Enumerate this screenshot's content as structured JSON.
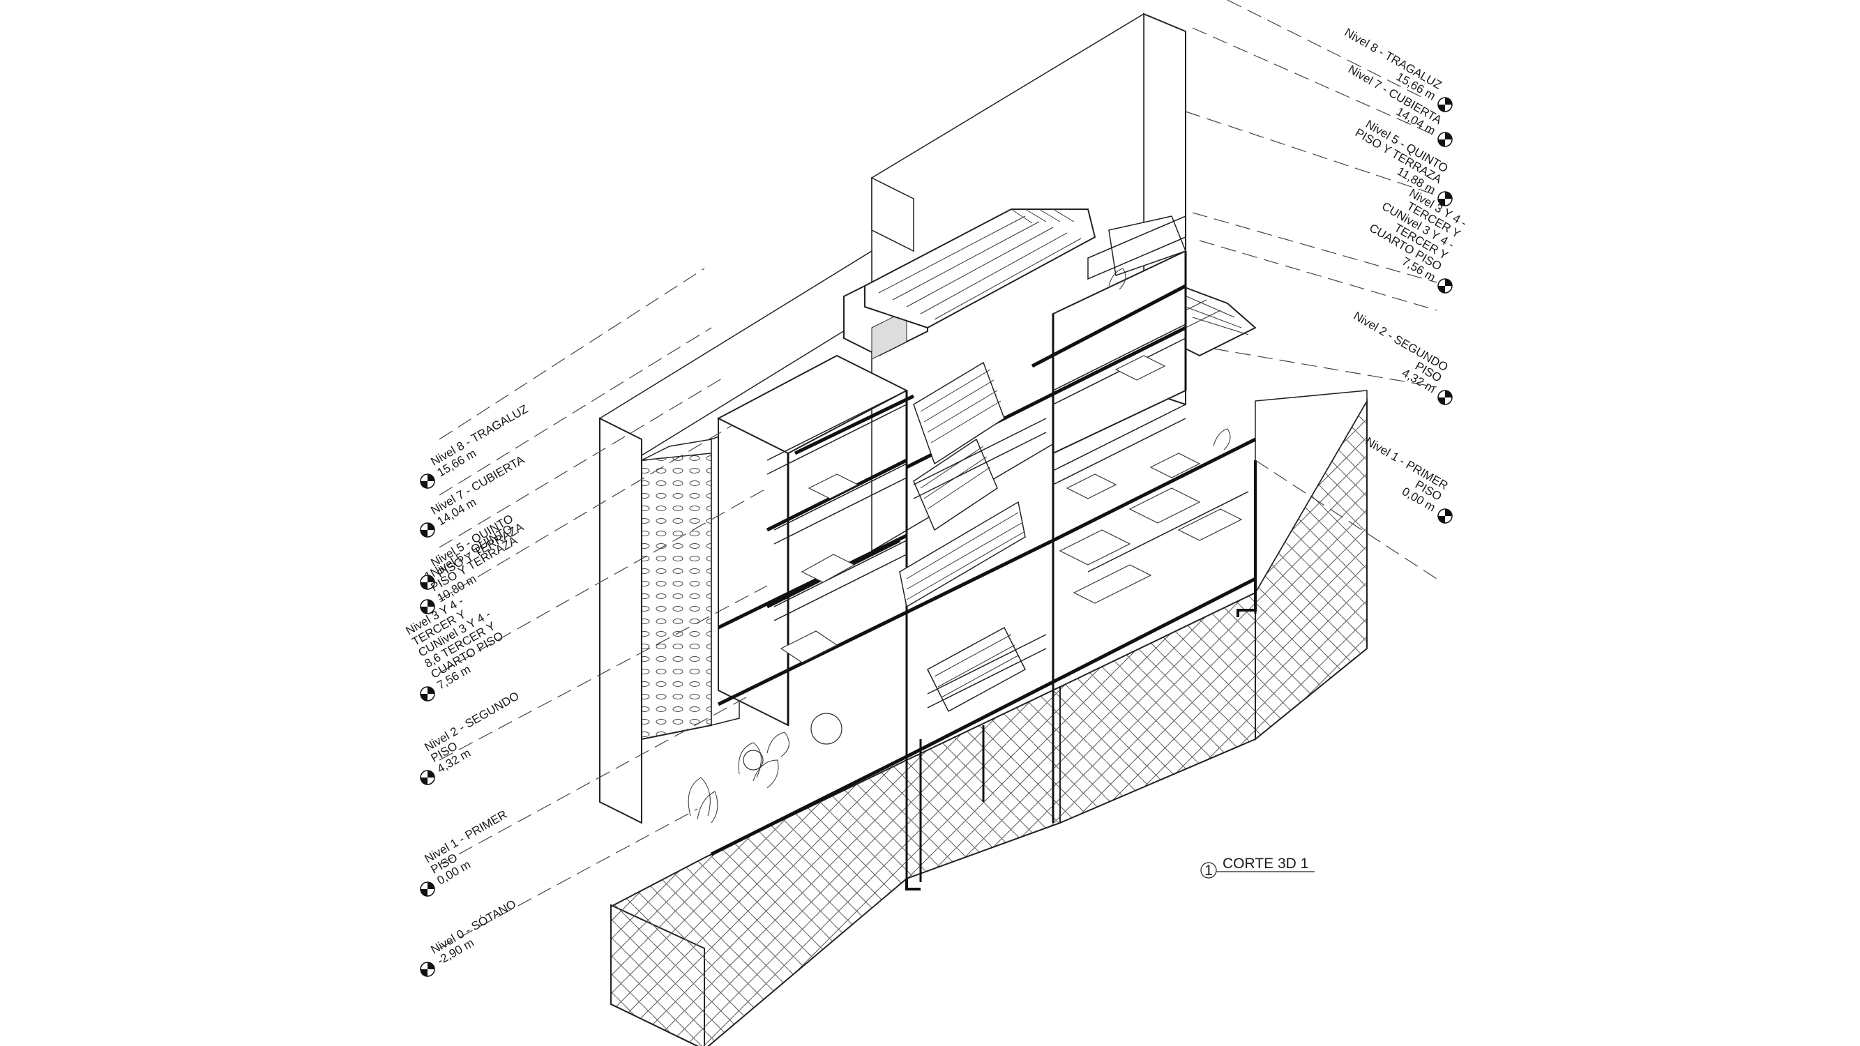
{
  "section_title": {
    "number": "1",
    "label": "CORTE 3D 1"
  },
  "levels_left": [
    {
      "lines": [
        "Nivel 8 - TRAGALUZ",
        "15,66 m"
      ]
    },
    {
      "lines": [
        "Nivel 7 - CUBIERTA",
        "14,04 m"
      ]
    },
    {
      "lines": [
        "Nivel 5 - QUINTO",
        "PISO  Y TERRAZA"
      ]
    },
    {
      "lines": [
        "1Nivel 5 - QUINTO",
        "PISO  Y TERRAZA",
        "10,80 m"
      ]
    },
    {
      "lines": [
        "Nivel 3 Y 4 -",
        "TERCER Y",
        "CUNivel 3 Y 4 -",
        "8,6 TERCER  Y",
        "CUARTO PISO",
        "7,56 m"
      ]
    },
    {
      "lines": [
        "Nivel 2 - SEGUNDO",
        "PISO",
        "4,32 m"
      ]
    },
    {
      "lines": [
        "Nivel 1 - PRIMER",
        "PISO",
        "0,00 m"
      ]
    },
    {
      "lines": [
        "Nivel 0 - SÓTANO",
        "-2,90 m"
      ]
    }
  ],
  "levels_right": [
    {
      "lines": [
        "Nivel 8 - TRAGALUZ",
        "15,66 m"
      ]
    },
    {
      "lines": [
        "Nivel 7 - CUBIERTA",
        "14,04 m"
      ]
    },
    {
      "lines": [
        "Nivel 5 - QUINTO",
        "PISO  Y TERRAZA",
        "11,88 m"
      ]
    },
    {
      "lines": [
        "Nivel 3 Y 4 -",
        "TERCER Y",
        "CUNivel 3 Y 4 -",
        "TERCER  Y",
        "CUARTO PISO",
        "7,56 m"
      ]
    },
    {
      "lines": [
        "Nivel 2 - SEGUNDO",
        "PISO",
        "4,32 m"
      ]
    },
    {
      "lines": [
        "Nivel 1 - PRIMER",
        "PISO",
        "0,00 m"
      ]
    }
  ]
}
